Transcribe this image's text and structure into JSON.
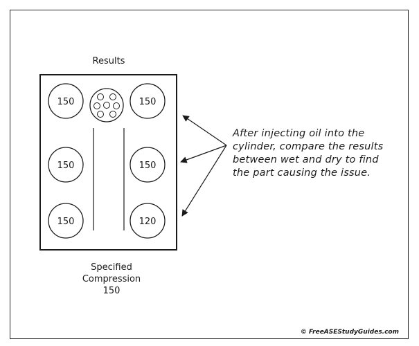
{
  "diagram": {
    "title": "Results",
    "cylinders": [
      {
        "id": "cyl-1",
        "value": "150"
      },
      {
        "id": "cyl-2",
        "value": "150"
      },
      {
        "id": "cyl-3",
        "value": "150"
      },
      {
        "id": "cyl-4",
        "value": "150"
      },
      {
        "id": "cyl-5",
        "value": "150"
      },
      {
        "id": "cyl-6",
        "value": "120"
      }
    ],
    "specified": {
      "line1": "Specified",
      "line2": "Compression",
      "line3": "150"
    },
    "note": {
      "line1": "After injecting oil into the",
      "line2": "cylinder, compare the results",
      "line3": "between wet and dry to find",
      "line4": "the part causing the issue."
    },
    "copyright": "© FreeASEStudyGuides.com"
  }
}
